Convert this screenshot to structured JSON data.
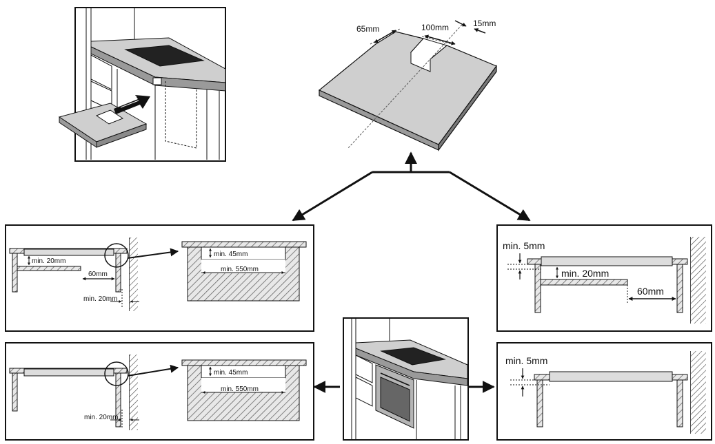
{
  "cutout": {
    "dim_65": "65mm",
    "dim_100": "100mm",
    "dim_15": "15mm"
  },
  "panel_a": {
    "min20_top": "min. 20mm",
    "d60": "60mm",
    "min20_bottom": "min. 20mm",
    "detail_min45": "min. 45mm",
    "detail_min550": "min. 550mm"
  },
  "panel_b": {
    "min20_bottom": "min. 20mm",
    "detail_min45": "min. 45mm",
    "detail_min550": "min. 550mm"
  },
  "panel_c": {
    "min5": "min. 5mm",
    "min20": "min. 20mm",
    "d60": "60mm"
  },
  "panel_d": {
    "min5": "min. 5mm"
  }
}
